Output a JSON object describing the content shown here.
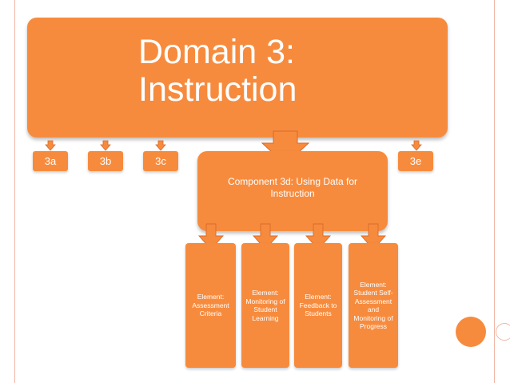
{
  "title": {
    "line1": "Domain 3:",
    "line2": "Instruction"
  },
  "components": {
    "a": "3a",
    "b": "3b",
    "c": "3c",
    "d": "Component 3d:  Using Data for Instruction",
    "e": "3e"
  },
  "elements": [
    "Element: Assessment Criteria",
    "Element: Monitoring of Student Learning",
    "Element: Feedback to Students",
    "Element: Student Self-Assessment and Monitoring of Progress"
  ],
  "colors": {
    "box_fill": "#f78b3d",
    "text": "#ffffff",
    "border_line": "#f2b7a6"
  }
}
